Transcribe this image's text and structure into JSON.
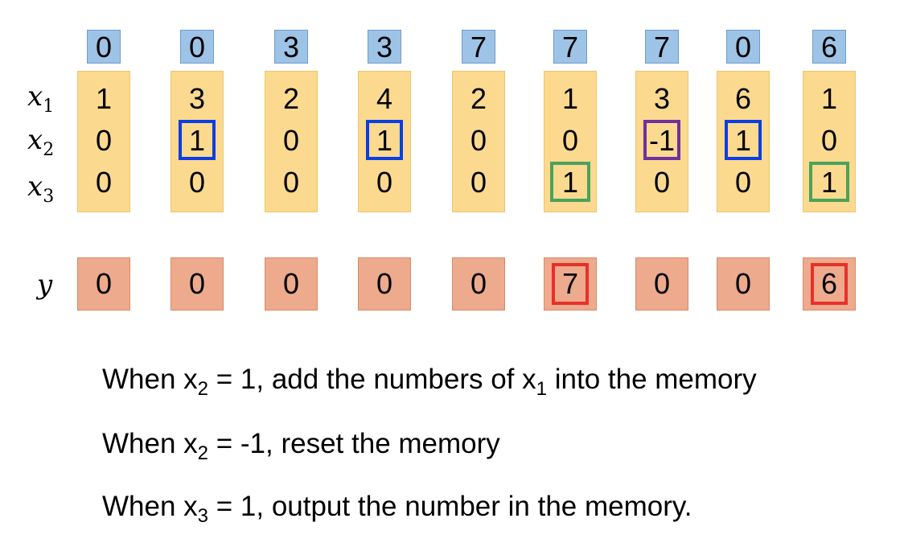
{
  "row_labels": {
    "x1": {
      "base": "x",
      "sub": "1"
    },
    "x2": {
      "base": "x",
      "sub": "2"
    },
    "x3": {
      "base": "x",
      "sub": "3"
    },
    "y": "y"
  },
  "memory": [
    "0",
    "0",
    "3",
    "3",
    "7",
    "7",
    "7",
    "0",
    "6"
  ],
  "x1": [
    "1",
    "3",
    "2",
    "4",
    "2",
    "1",
    "3",
    "6",
    "1"
  ],
  "x2": [
    "0",
    "1",
    "0",
    "1",
    "0",
    "0",
    "-1",
    "1",
    "0"
  ],
  "x3": [
    "0",
    "0",
    "0",
    "0",
    "0",
    "1",
    "0",
    "0",
    "1"
  ],
  "y": [
    "0",
    "0",
    "0",
    "0",
    "0",
    "7",
    "0",
    "0",
    "6"
  ],
  "colors": {
    "memory_box": "#9dc3e6",
    "input_column": "#fbd98f",
    "output_box": "#eeaa8c",
    "add_highlight": "#0b3ee3",
    "reset_highlight": "#7030a0",
    "output_signal_highlight": "#4aa35a",
    "output_value_highlight": "#e8302a"
  },
  "rules": [
    {
      "pre": "When x",
      "sub": "2",
      "mid": " = 1, add the numbers of x",
      "sub2": "1",
      "post": " into the memory"
    },
    {
      "pre": "When x",
      "sub": "2",
      "mid": " = -1, reset the memory",
      "sub2": "",
      "post": ""
    },
    {
      "pre": "When x",
      "sub": "3",
      "mid": " = 1, output the number in the memory.",
      "sub2": "",
      "post": ""
    }
  ]
}
